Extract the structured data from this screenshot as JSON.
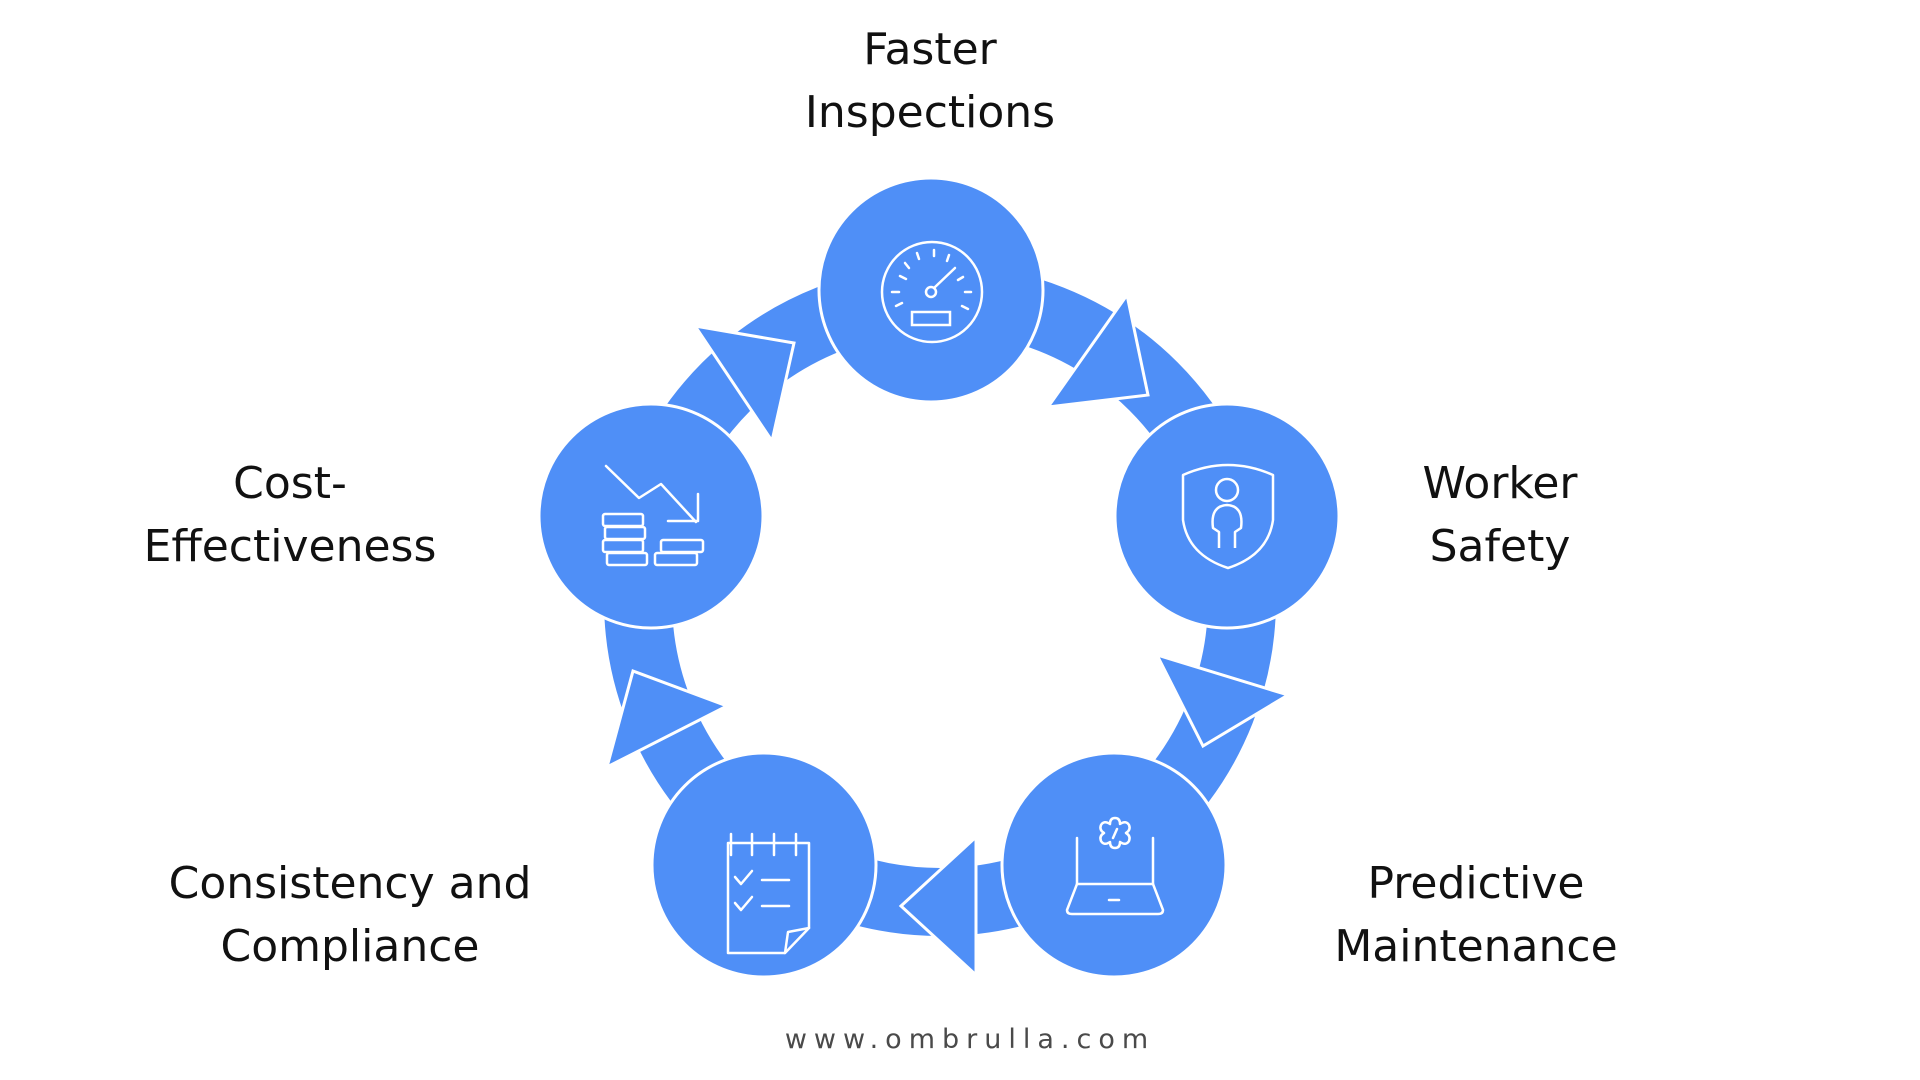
{
  "diagram": {
    "type": "cycle",
    "accent_color": "#4f8ff7",
    "nodes": [
      {
        "id": "faster-inspections",
        "label_lines": [
          "Faster",
          "Inspections"
        ],
        "icon": "speedometer-icon"
      },
      {
        "id": "worker-safety",
        "label_lines": [
          "Worker",
          "Safety"
        ],
        "icon": "shield-person-icon"
      },
      {
        "id": "predictive-maintenance",
        "label_lines": [
          "Predictive",
          "Maintenance"
        ],
        "icon": "laptop-gear-icon"
      },
      {
        "id": "consistency-compliance",
        "label_lines": [
          "Consistency and",
          "Compliance"
        ],
        "icon": "checklist-icon"
      },
      {
        "id": "cost-effectiveness",
        "label_lines": [
          "Cost-",
          "Effectiveness"
        ],
        "icon": "coins-down-trend-icon"
      }
    ],
    "flow_direction": "clockwise"
  },
  "watermark": "www.ombrulla.com"
}
